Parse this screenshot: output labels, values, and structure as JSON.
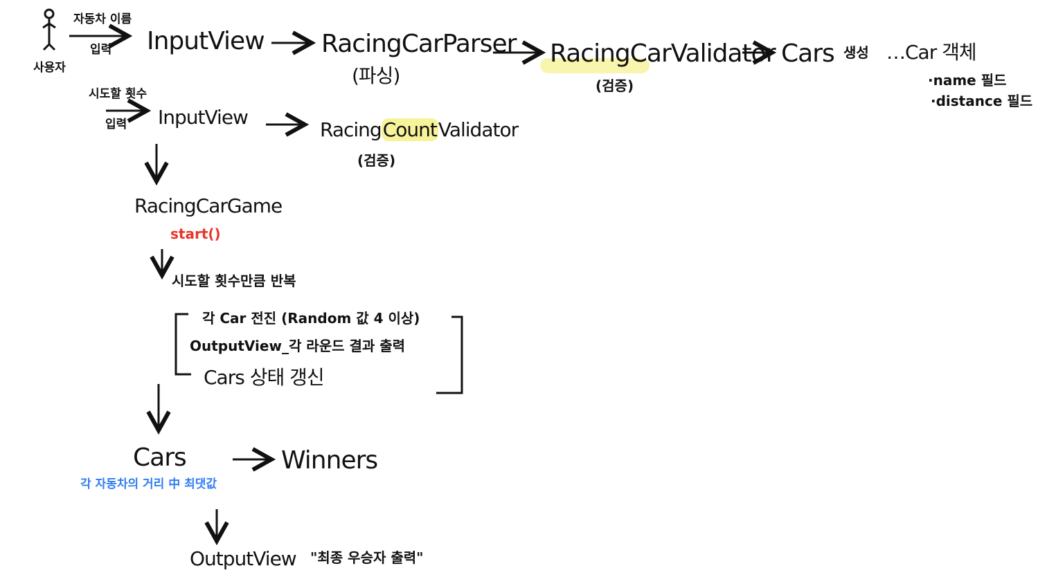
{
  "colors": {
    "ink": "#111111",
    "highlight": "#f6f39a",
    "start": "#e8352a",
    "note": "#2f7df0"
  },
  "actor": {
    "label": "사용자"
  },
  "row1": {
    "input_label_top": "자동차 이름",
    "input_label_bottom": "입력",
    "input_view": "InputView",
    "parser": "RacingCarParser",
    "parser_note": "(파싱)",
    "validator": "RacingCarValidator",
    "validator_note": "(검증)",
    "cars_create": "Cars",
    "cars_create_suffix": "생성",
    "car_object": "…Car 객체",
    "fields": [
      "·name 필드",
      "·distance 필드"
    ]
  },
  "row2": {
    "input_label_top": "시도할 횟수",
    "input_label_bottom": "입력",
    "input_view": "InputView",
    "validator_prefix": "Racing",
    "validator_highlight": "Count",
    "validator_suffix": "Validator",
    "validator_note": "(검증)"
  },
  "game": {
    "title": "RacingCarGame",
    "method": "start()"
  },
  "loop": {
    "label": "시도할 횟수만큼 반복",
    "steps": [
      "각 Car 전진   (Random 값 4 이상)",
      "OutputView_각 라운드 결과 출력",
      "Cars 상태 갱신"
    ]
  },
  "result": {
    "cars": "Cars",
    "winners": "Winners",
    "note": "각 자동차의 거리 中 최댓값",
    "output_view": "OutputView",
    "output_note": "\"최종 우승자 출력\""
  }
}
